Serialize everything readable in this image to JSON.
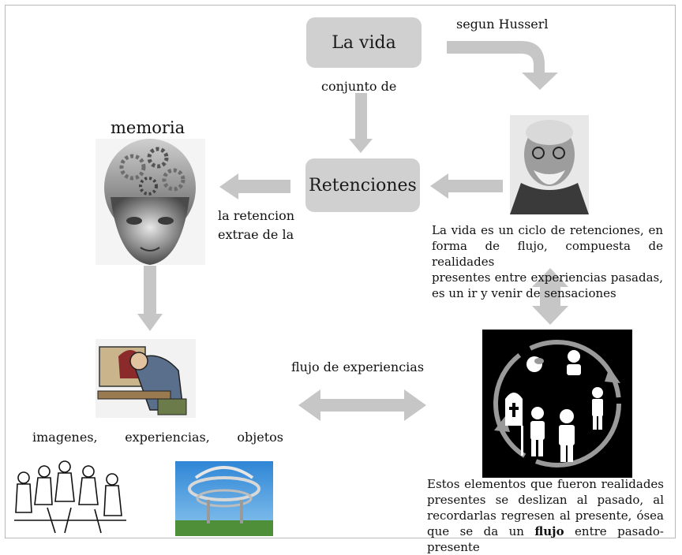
{
  "nodes": {
    "la_vida": "La vida",
    "retenciones": "Retenciones"
  },
  "labels": {
    "segun_husserl": "segun Husserl",
    "conjunto_de": "conjunto de",
    "memoria": "memoria",
    "la_retencion": "la retencion",
    "extrae_de_la": "extrae de la",
    "flujo_de_experiencias": "flujo de experiencias",
    "imagenes": "imagenes,",
    "experiencias": "experiencias,",
    "objetos": "objetos"
  },
  "paragraphs": {
    "vida": [
      "La vida es un ciclo de retenciones, en",
      "forma de flujo, compuesta de realidades",
      "presentes entre experiencias pasadas,",
      "es un ir y venir de sensaciones"
    ],
    "estos": {
      "line1": "Estos elementos que fueron realidades",
      "line2": "presentes se deslizan al pasado, al",
      "line3": "recordarlas regresen al presente, ósea",
      "line4_before": "que se da un ",
      "line4_bold": "flujo",
      "line4_after": " entre pasado-presente"
    }
  },
  "colors": {
    "arrow": "#c6c6c6",
    "box": "#d0d0d0",
    "dark_panel": "#000000"
  },
  "images": {
    "memoria": "head-with-gears-image",
    "husserl": "husserl-portrait-image",
    "computer": "man-at-computer-cartoon",
    "lifecycle": "life-cycle-pictogram",
    "people": "people-sketch",
    "sculpture": "spiral-sculpture-photo"
  }
}
